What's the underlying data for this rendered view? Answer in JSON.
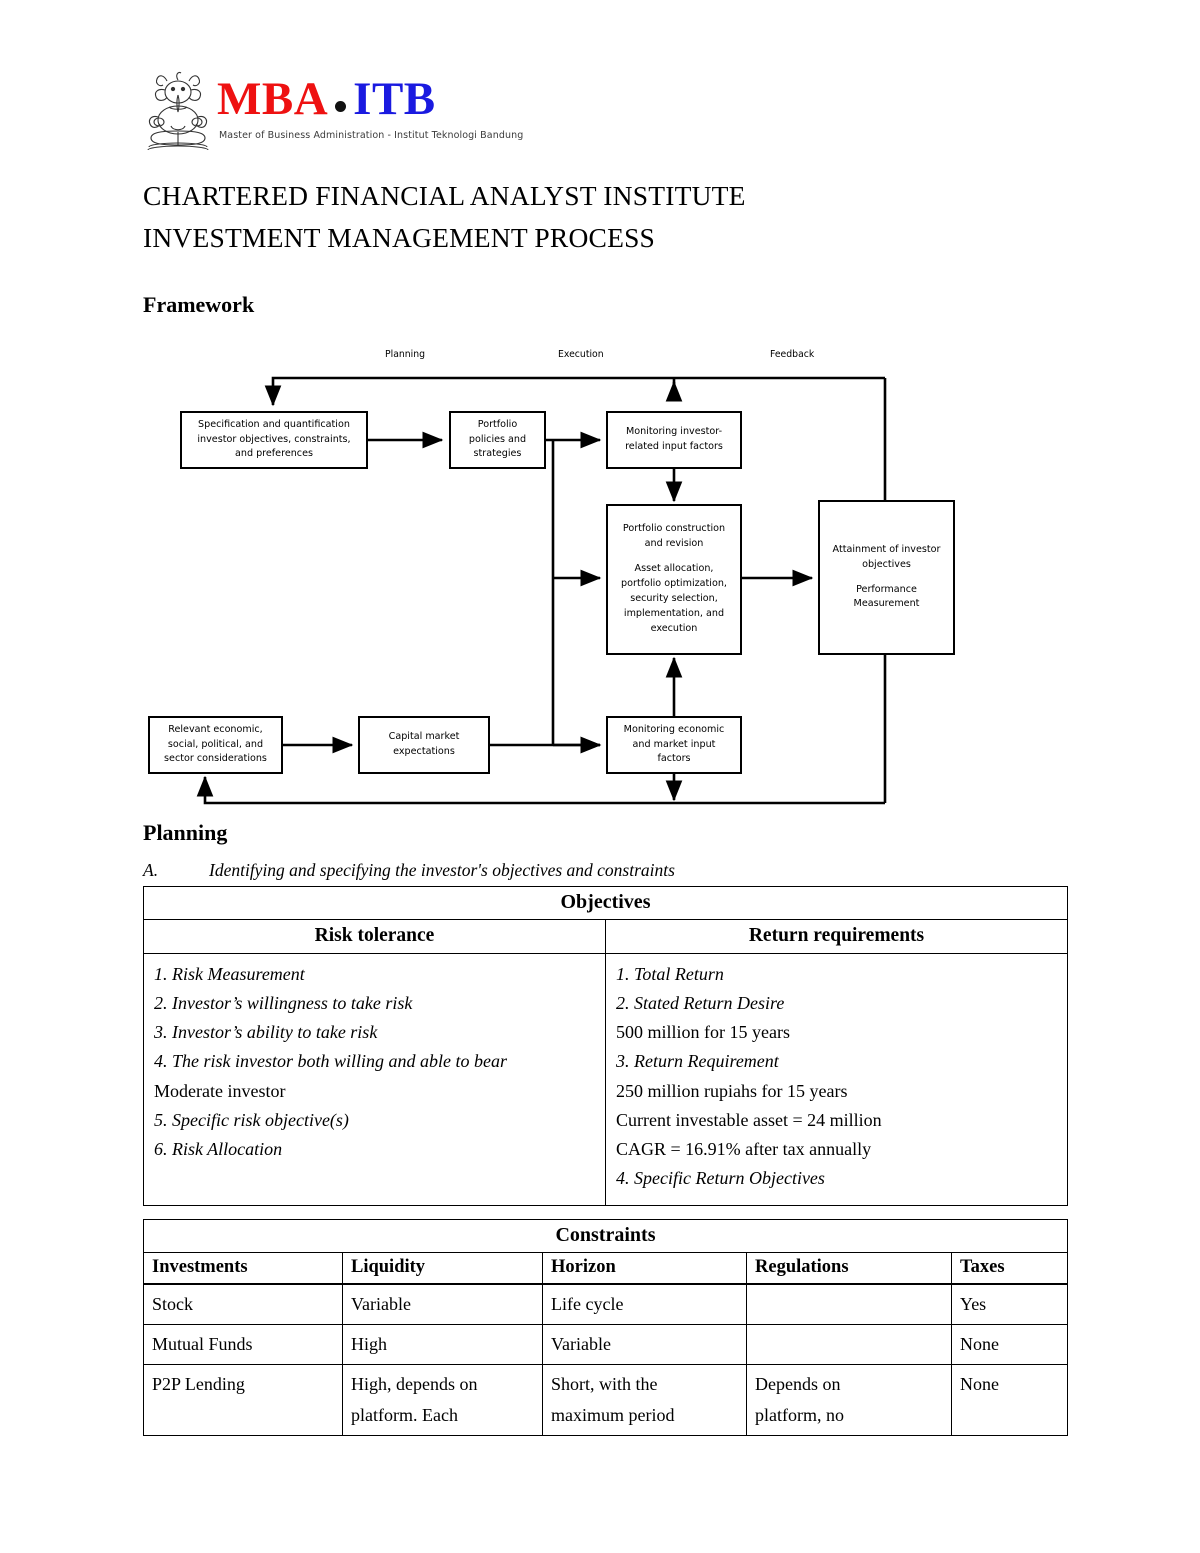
{
  "logo": {
    "mark_name": "ganesha-itb-emblem",
    "text_mba": "MBA",
    "separator": "•",
    "text_itb": "ITB",
    "subtitle": "Master of Business Administration - Institut Teknologi Bandung",
    "color_mba": "#ee1111",
    "color_itb": "#1a1ae0"
  },
  "document": {
    "title_line1": "CHARTERED FINANCIAL ANALYST INSTITUTE",
    "title_line2": "INVESTMENT MANAGEMENT PROCESS",
    "framework_heading": "Framework",
    "planning_heading": "Planning",
    "planning_item_label": "A.",
    "planning_item_text": "Identifying and specifying the investor's objectives and constraints"
  },
  "flowchart": {
    "phase_labels": [
      {
        "name": "planning",
        "text": "Planning"
      },
      {
        "name": "execution",
        "text": "Execution"
      },
      {
        "name": "feedback",
        "text": "Feedback"
      }
    ],
    "boxes": [
      {
        "name": "specification-box",
        "lines": [
          "Specification and quantification",
          "investor objectives, constraints,",
          "and preferences"
        ]
      },
      {
        "name": "portfolio-policies-box",
        "lines": [
          "Portfolio",
          "policies and",
          "strategies"
        ]
      },
      {
        "name": "monitoring-investor-box",
        "lines": [
          "Monitoring investor-",
          "related input factors"
        ]
      },
      {
        "name": "portfolio-construction-box",
        "lines_top": [
          "Portfolio construction",
          "and revision"
        ],
        "lines_bottom": [
          "Asset allocation,",
          "portfolio optimization,",
          "security selection,",
          "implementation, and",
          "execution"
        ]
      },
      {
        "name": "attainment-box",
        "lines_top": [
          "Attainment of investor",
          "objectives"
        ],
        "lines_bottom": [
          "Performance",
          "Measurement"
        ]
      },
      {
        "name": "relevant-economic-box",
        "lines": [
          "Relevant economic,",
          "social, political, and",
          "sector considerations"
        ]
      },
      {
        "name": "capital-market-box",
        "lines": [
          "Capital market",
          "expectations"
        ]
      },
      {
        "name": "monitoring-economic-box",
        "lines": [
          "Monitoring economic",
          "and market input",
          "factors"
        ]
      }
    ]
  },
  "objectives_table": {
    "title": "Objectives",
    "columns": [
      "Risk tolerance",
      "Return requirements"
    ],
    "risk_tolerance": [
      {
        "text": "1. Risk Measurement",
        "italic": true
      },
      {
        "text": "2. Investor’s willingness to take risk",
        "italic": true
      },
      {
        "text": "3. Investor’s ability to take risk",
        "italic": true
      },
      {
        "text": "4. The risk investor both willing and able to bear",
        "italic": true
      },
      {
        "text": "Moderate investor",
        "italic": false
      },
      {
        "text": "5. Specific risk objective(s)",
        "italic": true
      },
      {
        "text": "6. Risk Allocation",
        "italic": true
      }
    ],
    "return_requirements": [
      {
        "text": "1. Total Return",
        "italic": true
      },
      {
        "text": "2. Stated Return Desire",
        "italic": true
      },
      {
        "text": "500 million for 15 years",
        "italic": false
      },
      {
        "text": "3. Return Requirement",
        "italic": true
      },
      {
        "text": "250 million rupiahs for 15 years",
        "italic": false
      },
      {
        "text": "Current investable asset = 24 million",
        "italic": false
      },
      {
        "text": "CAGR = 16.91% after tax annually",
        "italic": false
      },
      {
        "text": "4. Specific Return Objectives",
        "italic": true
      }
    ]
  },
  "constraints_table": {
    "title": "Constraints",
    "columns": [
      "Investments",
      "Liquidity",
      "Horizon",
      "Regulations",
      "Taxes"
    ],
    "rows": [
      {
        "investments": "Stock",
        "liquidity": "Variable",
        "horizon": "Life cycle",
        "regulations": "",
        "taxes": "Yes"
      },
      {
        "investments": "Mutual Funds",
        "liquidity": "High",
        "horizon": "Variable",
        "regulations": "",
        "taxes": "None"
      },
      {
        "investments": "P2P Lending",
        "liquidity_line1": "High, depends on",
        "liquidity_line2": "platform. Each",
        "horizon_line1": "Short, with the",
        "horizon_line2": "maximum period",
        "regulations_line1": "Depends on",
        "regulations_line2": "platform, no",
        "taxes": "None"
      }
    ]
  }
}
